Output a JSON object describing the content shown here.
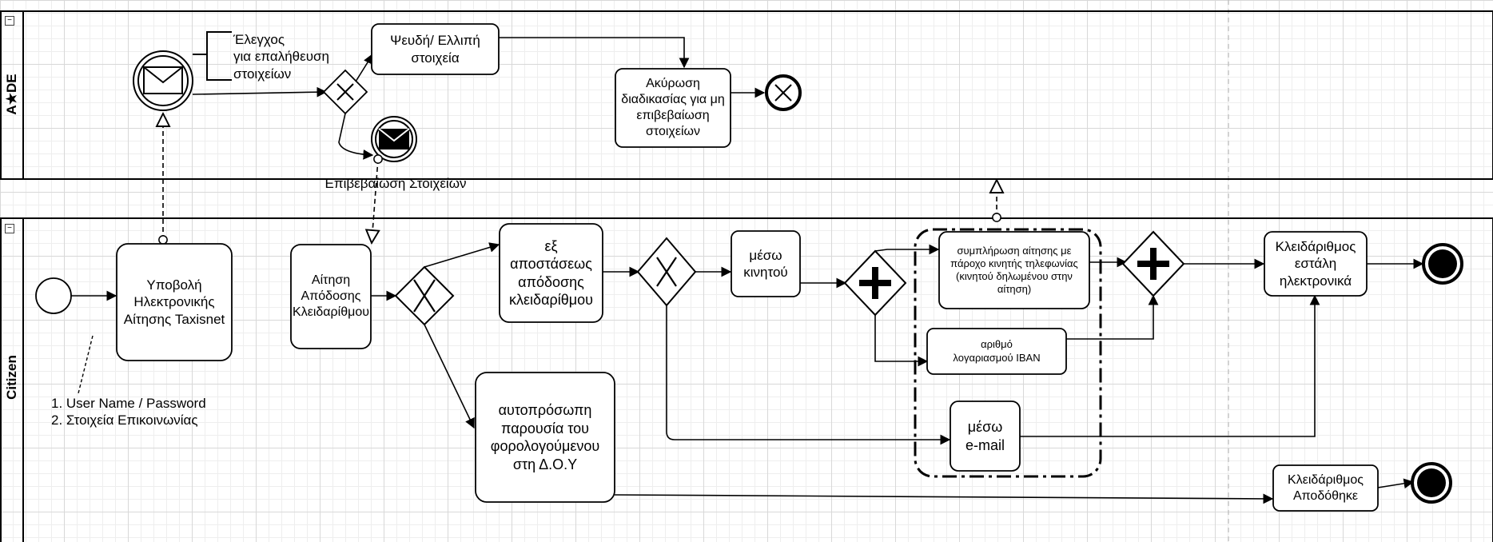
{
  "pools": {
    "aade": {
      "title": "A★DE"
    },
    "citizen": {
      "title": "Citizen"
    }
  },
  "collapse_icon": "minus-box-icon",
  "nodes": {
    "check_annotation": "Έλεγχος\nγια επαλήθευση\nστοιχείων",
    "false_data": "Ψευδή/ Ελλιπή\nστοιχεία",
    "cancel": "Ακύρωση\nδιαδικασίας για μη\nεπιβεβαίωση\nστοιχείων",
    "confirm_label": "Επιβεβαίωση Στοιχείων",
    "submit": "Υποβολή\nΗλεκτρονικής\nΑίτησης Taxisnet",
    "credentials_note": "1. User Name / Password\n2. Στοιχεία Επικοινωνίας",
    "request": "Αίτηση\nΑπόδοσης\nΚλειδαρίθμου",
    "remote": "εξ\nαποστάσεως\nαπόδοσης\nκλειδαρίθμου",
    "in_person": "αυτοπρόσωπη\nπαρουσία του\nφορολογούμενου\nστη Δ.Ο.Υ",
    "mobile": "μέσω\nκινητού",
    "fill_app": "συμπλήρωση αίτησης με\nπάροχο κινητής τηλεφωνίας\n(κινητού  δηλωμένου στην\nαίτηση)",
    "iban": "αριθμό\nλογαριασμού IBAN",
    "email": "μέσω\ne-mail",
    "sent": "Κλειδάριθμος\nεστάλη\nηλεκτρονικά",
    "delivered": "Κλειδάριθμος\nΑποδόθηκε"
  },
  "icons": {
    "message_start": "envelope-icon",
    "message_throw": "envelope-filled-icon",
    "exclusive_gateway": "x-icon",
    "parallel_gateway": "plus-icon",
    "cancel_end": "x-circle-icon"
  }
}
